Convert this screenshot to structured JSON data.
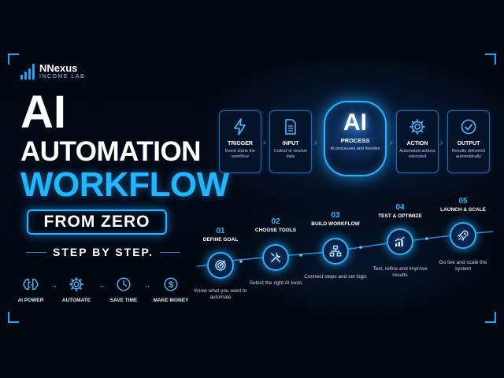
{
  "brand": {
    "name": "NNexus",
    "tagline": "INCOME LAB"
  },
  "title": {
    "line1": "AI",
    "line2": "AUTOMATION",
    "line3": "WORKFLOW",
    "badge": "FROM ZERO",
    "subtitle": "STEP BY STEP."
  },
  "benefits": [
    {
      "label": "AI POWER",
      "icon": "brain-chip-icon"
    },
    {
      "label": "AUTOMATE",
      "icon": "gear-icon"
    },
    {
      "label": "SAVE TIME",
      "icon": "clock-icon"
    },
    {
      "label": "MAKE MONEY",
      "icon": "dollar-coin-icon"
    }
  ],
  "workflow": {
    "trigger": {
      "title": "TRIGGER",
      "desc": "Event starts the workflow",
      "icon": "lightning-icon"
    },
    "input": {
      "title": "INPUT",
      "desc": "Collect or receive data",
      "icon": "document-icon"
    },
    "process": {
      "big": "AI",
      "title": "PROCESS",
      "desc": "AI processes and decides"
    },
    "action": {
      "title": "ACTION",
      "desc": "Automated actions executed",
      "icon": "gear-icon"
    },
    "output": {
      "title": "OUTPUT",
      "desc": "Results delivered automatically",
      "icon": "check-circle-icon"
    }
  },
  "steps": [
    {
      "num": "01",
      "title": "DEFINE GOAL",
      "desc": "Know what you want to automate",
      "icon": "target-icon"
    },
    {
      "num": "02",
      "title": "CHOOSE TOOLS",
      "desc": "Select the right AI tools",
      "icon": "tools-icon"
    },
    {
      "num": "03",
      "title": "BUILD WORKFLOW",
      "desc": "Connect steps and set logic",
      "icon": "flowchart-icon"
    },
    {
      "num": "04",
      "title": "TEST & OPTIMIZE",
      "desc": "Test, refine and improve results",
      "icon": "growth-chart-icon"
    },
    {
      "num": "05",
      "title": "LAUNCH & SCALE",
      "desc": "Go live and scale the system",
      "icon": "rocket-icon"
    }
  ],
  "colors": {
    "accent": "#22b6ff",
    "background": "#02070f"
  }
}
